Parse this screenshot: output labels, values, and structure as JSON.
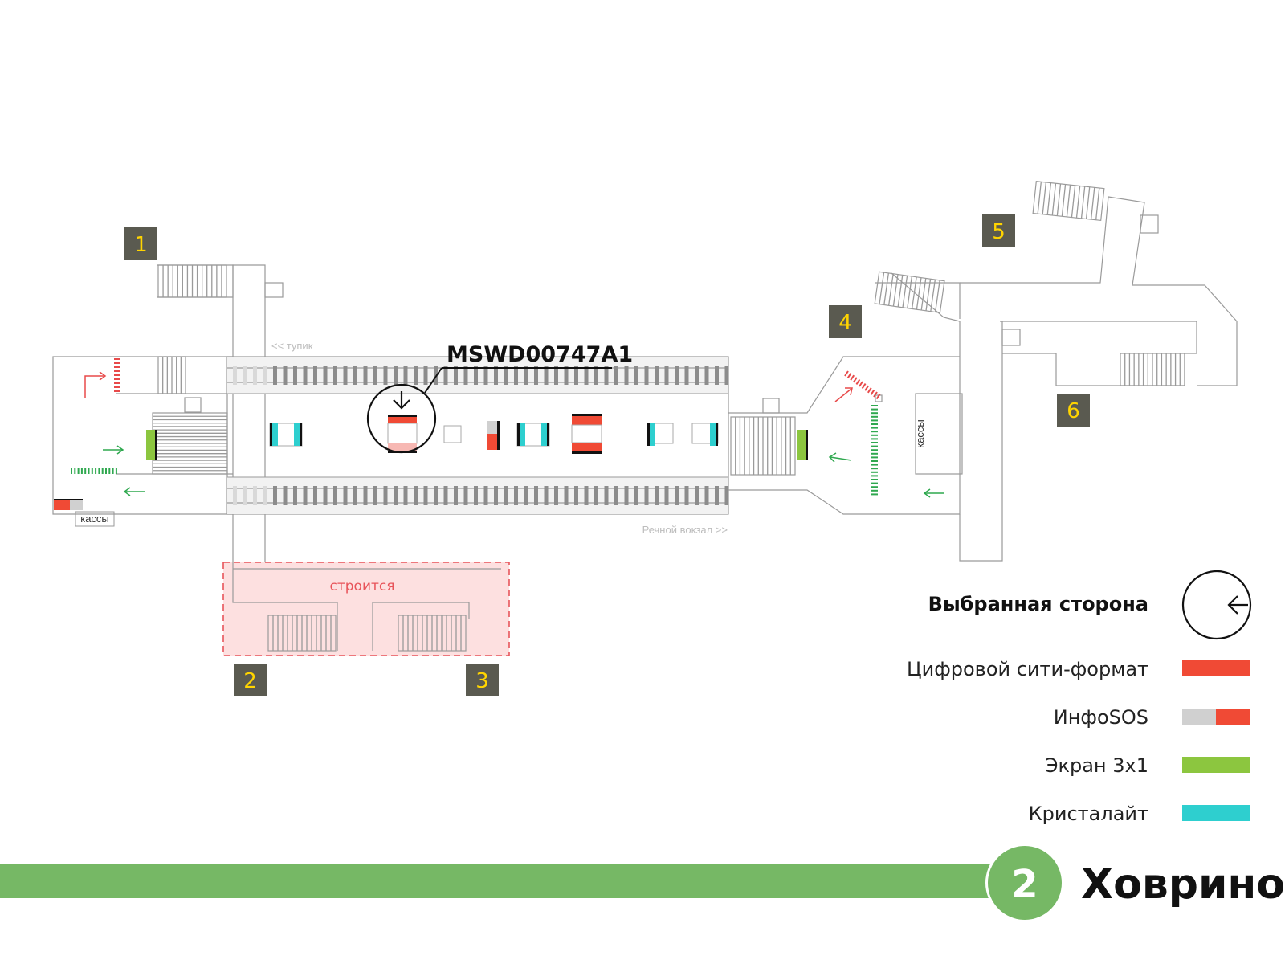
{
  "station": {
    "name": "Ховрино",
    "line_number": "2",
    "line_color": "#76b865"
  },
  "ad_code": "MSWD00747A1",
  "labels": {
    "dead_end": "<< тупик",
    "next_station": "Речной вокзал >>",
    "tickets_left": "кассы",
    "tickets_right": "кассы",
    "construction": "строится"
  },
  "exits": [
    "1",
    "2",
    "3",
    "4",
    "5",
    "6"
  ],
  "legend": {
    "selected_side": "Выбранная сторона",
    "items": [
      {
        "label": "Цифровой сити-формат",
        "colors": [
          "#f04a35"
        ]
      },
      {
        "label": "ИнфоSOS",
        "colors": [
          "#d0d0d0",
          "#f04a35"
        ]
      },
      {
        "label": "Экран 3x1",
        "colors": [
          "#8cc63f"
        ]
      },
      {
        "label": "Кристалайт",
        "colors": [
          "#2ecfcf"
        ]
      }
    ]
  },
  "colors": {
    "digital_city": "#f04a35",
    "infosos_grey": "#d0d0d0",
    "screen": "#8cc63f",
    "crystalite": "#2ecfcf",
    "exit_box": "#5a5a50",
    "exit_text": "#ffd400",
    "construction_fill": "#fde0e0",
    "construction_stroke": "#e8545a",
    "arrow_green": "#2fa84f",
    "arrow_red": "#e84a4a"
  }
}
